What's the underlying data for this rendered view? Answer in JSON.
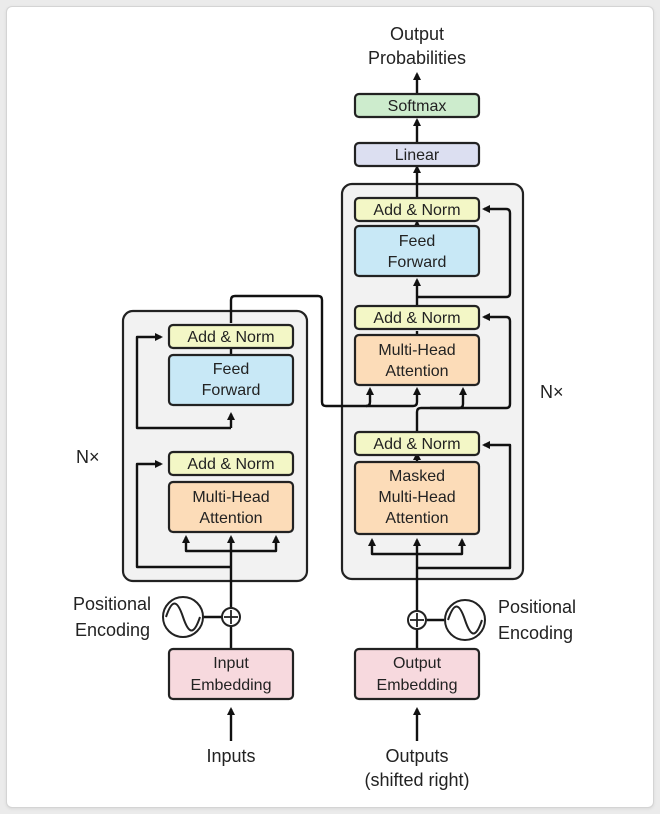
{
  "encoder": {
    "repeat_label": "N×",
    "add_norm_top": "Add & Norm",
    "feed_forward": [
      "Feed",
      "Forward"
    ],
    "add_norm_bottom": "Add & Norm",
    "attention": [
      "Multi-Head",
      "Attention"
    ],
    "positional_encoding": [
      "Positional",
      "Encoding"
    ],
    "embedding": [
      "Input",
      "Embedding"
    ],
    "input_label": "Inputs"
  },
  "decoder": {
    "repeat_label": "N×",
    "add_norm_top": "Add & Norm",
    "feed_forward": [
      "Feed",
      "Forward"
    ],
    "add_norm_mid": "Add & Norm",
    "cross_attention": [
      "Multi-Head",
      "Attention"
    ],
    "add_norm_bottom": "Add & Norm",
    "masked_attention": [
      "Masked",
      "Multi-Head",
      "Attention"
    ],
    "positional_encoding": [
      "Positional",
      "Encoding"
    ],
    "embedding": [
      "Output",
      "Embedding"
    ],
    "input_label": [
      "Outputs",
      "(shifted right)"
    ]
  },
  "head": {
    "linear": "Linear",
    "softmax": "Softmax",
    "output_label": [
      "Output",
      "Probabilities"
    ]
  },
  "colors": {
    "add_norm": "#f3f7c6",
    "feed_forward": "#c8e8f6",
    "attention": "#fcdcb8",
    "embedding": "#f7d9de",
    "linear": "#dcdff1",
    "softmax": "#cdeccd",
    "stack": "#f2f2f2"
  }
}
